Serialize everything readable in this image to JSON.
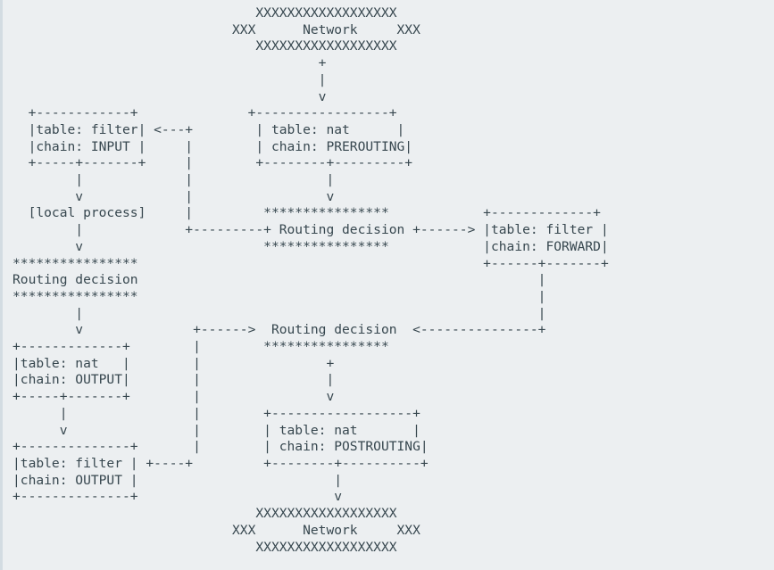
{
  "diagram": {
    "title": "iptables packet traversal",
    "kind": "ascii-art",
    "colors": {
      "background": "#eceff1",
      "text": "#37474f",
      "border": "#d3dce2"
    },
    "glyphs": {
      "network_fill": "X",
      "decision_fill": "*",
      "box_corner": "+",
      "box_horizontal": "-",
      "box_vertical": "|",
      "arrow_down": "v",
      "arrow_right": ">",
      "arrow_left": "<"
    },
    "nodes": [
      {
        "id": "network-top",
        "label": "Network",
        "type": "cloud"
      },
      {
        "id": "nat-prerouting",
        "table": "nat",
        "chain": "PREROUTING",
        "type": "box"
      },
      {
        "id": "routing-decision-1",
        "label": "Routing decision",
        "type": "decision"
      },
      {
        "id": "filter-input",
        "table": "filter",
        "chain": "INPUT",
        "type": "box"
      },
      {
        "id": "local-process",
        "label": "[local process]",
        "type": "process"
      },
      {
        "id": "routing-decision-2",
        "label": "Routing decision",
        "type": "decision"
      },
      {
        "id": "filter-forward",
        "table": "filter",
        "chain": "FORWARD",
        "type": "box"
      },
      {
        "id": "nat-output",
        "table": "nat",
        "chain": "OUTPUT",
        "type": "box"
      },
      {
        "id": "filter-output",
        "table": "filter",
        "chain": "OUTPUT",
        "type": "box"
      },
      {
        "id": "routing-decision-3",
        "label": "Routing decision",
        "type": "decision"
      },
      {
        "id": "nat-postrouting",
        "table": "nat",
        "chain": "POSTROUTING",
        "type": "box"
      },
      {
        "id": "network-bottom",
        "label": "Network",
        "type": "cloud"
      }
    ],
    "edges": [
      {
        "from": "network-top",
        "to": "nat-prerouting"
      },
      {
        "from": "nat-prerouting",
        "to": "routing-decision-1"
      },
      {
        "from": "routing-decision-1",
        "to": "filter-input"
      },
      {
        "from": "routing-decision-1",
        "to": "filter-forward"
      },
      {
        "from": "filter-input",
        "to": "local-process"
      },
      {
        "from": "local-process",
        "to": "routing-decision-2"
      },
      {
        "from": "routing-decision-2",
        "to": "nat-output"
      },
      {
        "from": "nat-output",
        "to": "filter-output"
      },
      {
        "from": "filter-output",
        "to": "routing-decision-3"
      },
      {
        "from": "filter-forward",
        "to": "routing-decision-3"
      },
      {
        "from": "routing-decision-3",
        "to": "nat-postrouting"
      },
      {
        "from": "nat-postrouting",
        "to": "network-bottom"
      }
    ],
    "text_labels": [
      "Network",
      "table: nat",
      "chain: PREROUTING",
      "table: filter",
      "chain: INPUT",
      "[local process]",
      "Routing decision",
      "table: filter",
      "chain: FORWARD",
      "table: nat",
      "chain: OUTPUT",
      "table: filter",
      "chain: OUTPUT",
      "table: nat",
      "chain: POSTROUTING"
    ],
    "ascii": "                              XXXXXXXXXXXXXXXXXX\n                           XXX      Network     XXX\n                              XXXXXXXXXXXXXXXXXX\n                                       +\n                                       |\n                                       v\n  +------------+              +-----------------+\n  |table: filter| <---+       | table: nat      |\n  |chain: INPUT |     |       | chain: PREROUTING|\n  +-----+-------+     |       +--------+---------+\n        |            |                |\n        v            |                v\n  [local process]    |        ****************           +-------------+\n        |            +---------+ Routing decision +------>  |table: filter |\n        v                      ****************           |chain: FORWARD|\n****************                                          +------+-------+\nRouting decision                                                 |\n****************                                                 |\n        |                                                        |\n        v             +------>  Routing decision  <--------------+\n+-------------+       |        ****************\n|table: nat   |       |               +\n|chain: OUTPUT|       |               |\n+-----+-------+       |               v\n      |               |       +------------------+\n      v               |       | table: nat       |\n+--------------+      |       | chain: POSTROUTING|\n|table: filter | +----+       +--------+----------+\n|chain: OUTPUT |                       |\n+--------------+                       v\n                              XXXXXXXXXXXXXXXXXX\n                           XXX      Network     XXX\n                              XXXXXXXXXXXXXXXXXX"
  },
  "art_lines": [
    "                               XXXXXXXXXXXXXXXXXX",
    "                            XXX      Network     XXX",
    "                               XXXXXXXXXXXXXXXXXX",
    "                                       +",
    "                                       |",
    "                                       v",
    "  +------------+              +-----------------+",
    "  |table: filter| <---+        | table: nat      |",
    "  |chain: INPUT |     |        | chain: PREROUTING|",
    "  +-----+-------+     |        +--------+---------+",
    "        |             |                 |",
    "        v             |                 v",
    "  [local process]     |         ****************            +-------------+",
    "        |             +---------+ Routing decision +------> |table: filter |",
    "        v                       ****************            |chain: FORWARD|",
    "****************                                            +------+-------+",
    "Routing decision                                                   |",
    "****************                                                   |",
    "        |                                                          |",
    "        v              +------>  Routing decision  <---------------+",
    "+-------------+        |        ****************",
    "|table: nat   |        |                +",
    "|chain: OUTPUT|        |                |",
    "+-----+-------+        |                v",
    "      |                |        +------------------+",
    "      v                |        | table: nat       |",
    "+--------------+       |        | chain: POSTROUTING|",
    "|table: filter | +----+         +--------+----------+",
    "|chain: OUTPUT |                         |",
    "+--------------+                         v",
    "                               XXXXXXXXXXXXXXXXXX",
    "                            XXX      Network     XXX",
    "                               XXXXXXXXXXXXXXXXXX"
  ]
}
